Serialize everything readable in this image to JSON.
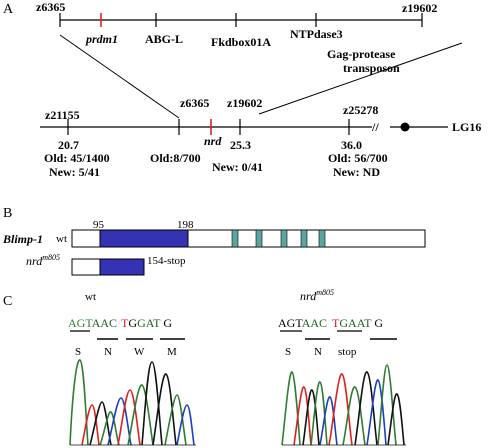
{
  "panelA": {
    "label": "A",
    "top_markers": {
      "left": "z6365",
      "right": "z19602",
      "genes": [
        "prdm1",
        "ABG-L",
        "Fkdbox01A",
        "NTPdase3",
        "Gag-protease",
        "transposon"
      ]
    },
    "lg": {
      "markers": [
        "z21155",
        "z6365",
        "z19602",
        "z25278"
      ],
      "nrd": "nrd",
      "positions": [
        "20.7",
        "25.3",
        "36.0"
      ],
      "old_left": "Old: 45/1400",
      "new_left": "New: 5/41",
      "old_mid": "Old:8/700",
      "new_mid": "New: 0/41",
      "old_right": "Old: 56/700",
      "new_right": "New: ND",
      "chromosome": "LG16",
      "break": "//"
    }
  },
  "panelB": {
    "label": "B",
    "blimp": "Blimp-1",
    "wt": "wt",
    "start": "95",
    "end": "198",
    "nrd_main": "nrd",
    "nrd_sup": "m805",
    "stop_label": "154-stop",
    "colors": {
      "domain": "#3333b3",
      "zinc": "#5aa5a0",
      "red_mark": "#e02020"
    }
  },
  "panelC": {
    "label": "C",
    "wt_label": "wt",
    "wt_seq": [
      "AGT",
      "AAC",
      "T",
      "G",
      "GAT",
      "G"
    ],
    "wt_aa": [
      "S",
      "N",
      "W",
      "M"
    ],
    "mut_main": "nrd",
    "mut_sup": "m805",
    "mut_seq": [
      "AGT",
      "AAC",
      "T",
      "GA",
      "AT",
      "G"
    ],
    "mut_aa": [
      "S",
      "N",
      "stop"
    ]
  }
}
